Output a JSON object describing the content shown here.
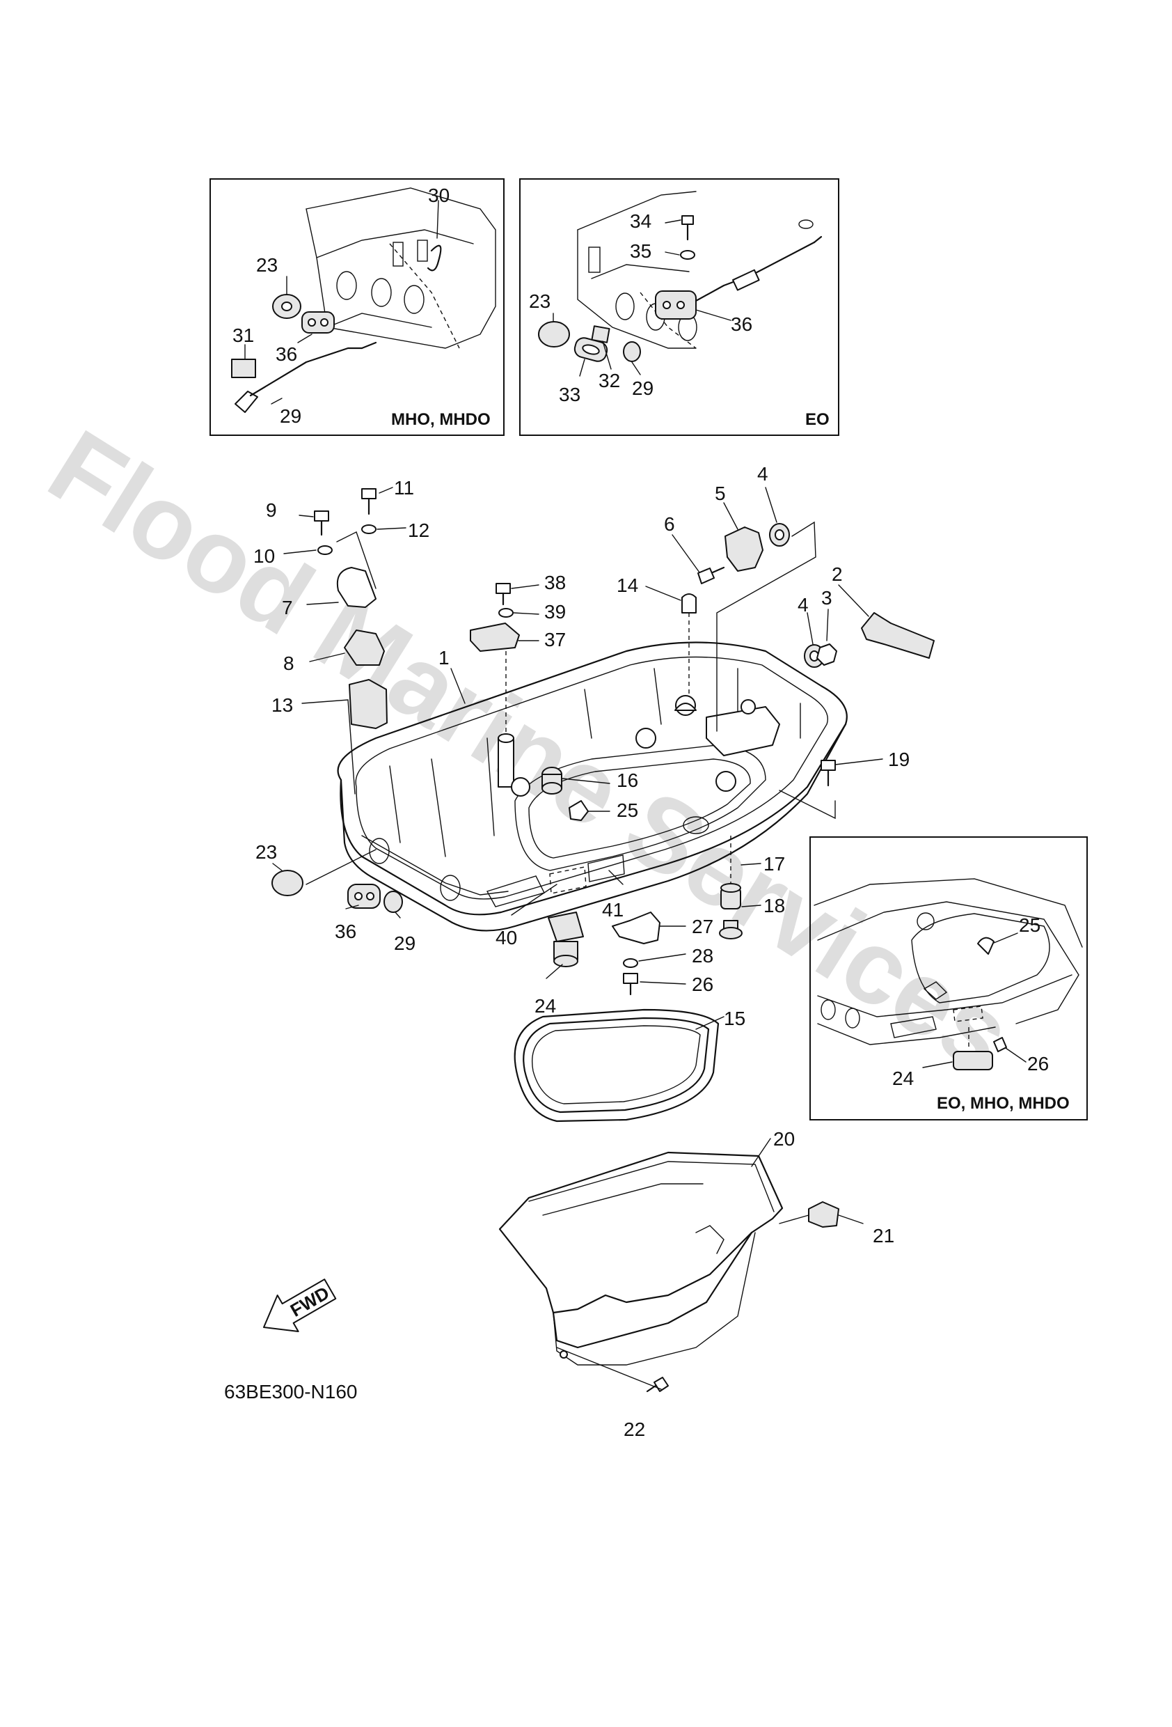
{
  "watermark": "Flood Marine Services",
  "drawing_code": "63BE300-N160",
  "fwd_label": "FWD",
  "insets": {
    "top_left": {
      "tag": "MHO, MHDO",
      "callouts": [
        "30",
        "23",
        "31",
        "36",
        "29"
      ]
    },
    "top_right": {
      "tag": "EO",
      "callouts": [
        "34",
        "35",
        "23",
        "36",
        "33",
        "32",
        "29"
      ]
    },
    "bottom_right": {
      "tag": "EO, MHO, MHDO",
      "callouts": [
        "25",
        "26",
        "24"
      ]
    }
  },
  "main_callouts": [
    "1",
    "2",
    "3",
    "4",
    "4",
    "5",
    "6",
    "7",
    "8",
    "9",
    "10",
    "11",
    "12",
    "13",
    "14",
    "15",
    "16",
    "17",
    "18",
    "19",
    "20",
    "21",
    "22",
    "23",
    "24",
    "25",
    "26",
    "27",
    "28",
    "29",
    "36",
    "37",
    "38",
    "39",
    "40",
    "41"
  ]
}
